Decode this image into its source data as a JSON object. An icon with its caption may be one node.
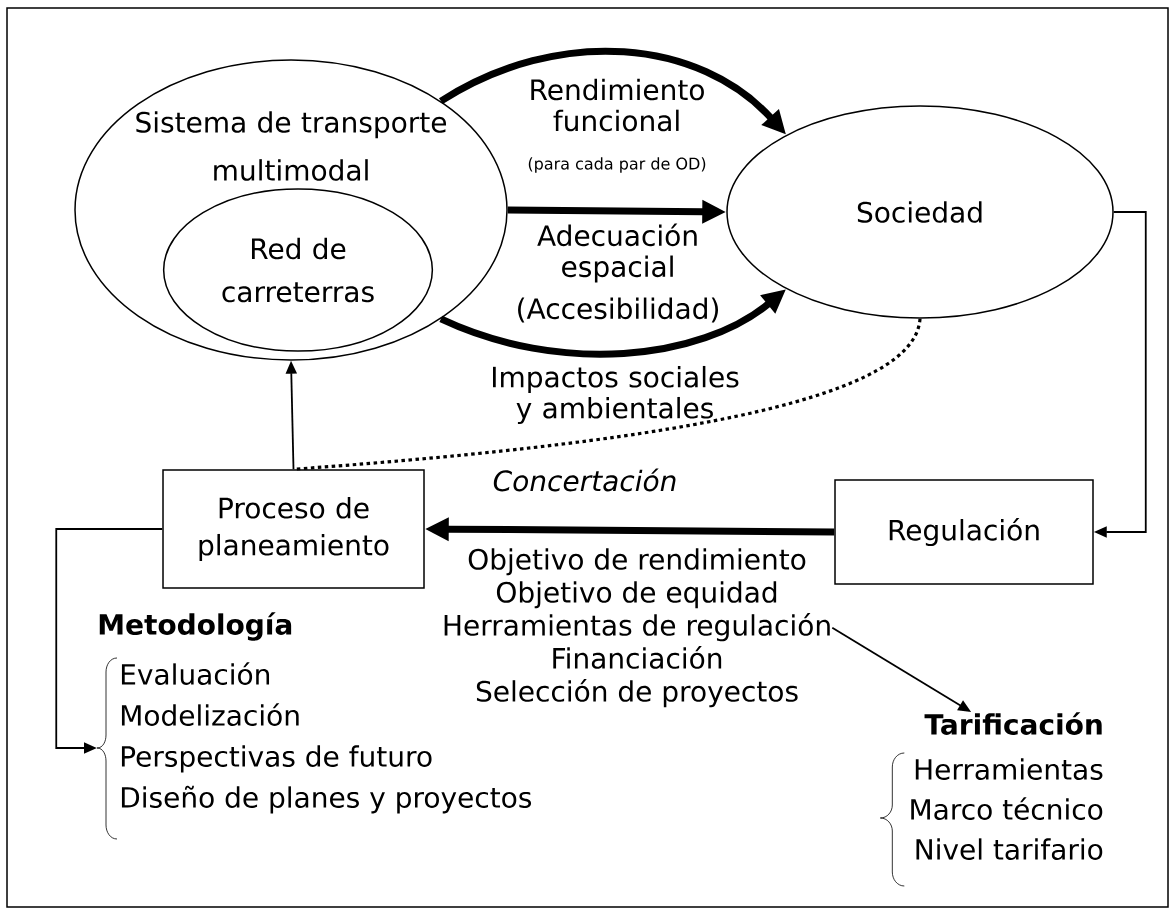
{
  "diagram": {
    "nodes": [
      {
        "text": [
          "Sistema de transporte multimodal"
        ]
      },
      {
        "text": [
          "Red de carreterras"
        ],
        "in": 0
      },
      {
        "text": [
          "Sociedad"
        ]
      },
      {
        "text": [
          "Proceso de planeamiento"
        ]
      },
      {
        "text": [
          "Regulación"
        ]
      },
      {
        "text": [
          "Metodología",
          "Evaluación",
          "Modelización",
          "Perspectivas de futuro",
          "Diseño de planes y proyectos"
        ]
      },
      {
        "text": [
          "Objetivo de rendimiento",
          "Objetivo de equidad",
          "Herramientas de regulación",
          "Financiación",
          "Selección de proyectos"
        ]
      },
      {
        "text": [
          "Tarificación",
          "Herramientas",
          "Marco técnico",
          "Nivel tarifario"
        ]
      }
    ],
    "edges": [
      {
        "from": 0,
        "to": 2,
        "arrow": "to",
        "style": "thick",
        "label": "Rendimiento funcional"
      },
      {
        "from": 0,
        "to": 2,
        "arrow": "to",
        "style": "thick",
        "label": "Adecuación espacial"
      },
      {
        "from": 0,
        "to": 2,
        "arrow": "to",
        "style": "thick",
        "label": "Impactos sociales y ambientales"
      },
      {
        "from": 2,
        "to": 3,
        "arrow": "none",
        "style": "dashed",
        "label": "Concertación"
      },
      {
        "from": 3,
        "to": 0,
        "arrow": "to"
      },
      {
        "from": 2,
        "to": 4,
        "arrow": "to"
      },
      {
        "from": 4,
        "to": 3,
        "arrow": "to",
        "style": "thick"
      },
      {
        "from": 3,
        "to": 5,
        "arrow": "to"
      },
      {
        "from": 6,
        "to": 7,
        "arrow": "to"
      }
    ],
    "labels": [
      "(para cada par de OD)",
      "(Accesibilidad)"
    ]
  }
}
